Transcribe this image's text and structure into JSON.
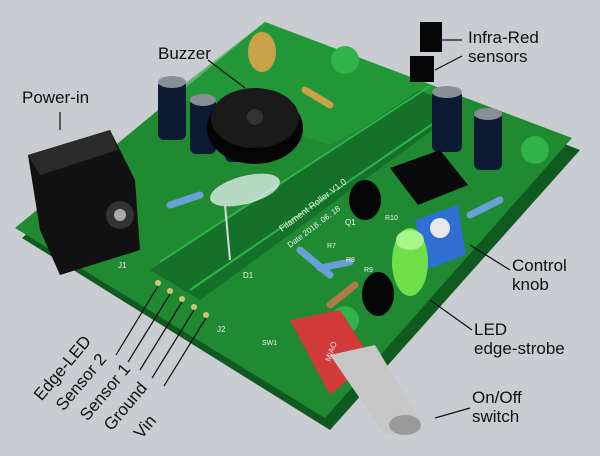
{
  "labels": {
    "buzzer": "Buzzer",
    "ir_line1": "Infra-Red",
    "ir_line2": "sensors",
    "power_in": "Power-in",
    "control_line1": "Control",
    "control_line2": "knob",
    "led_line1": "LED",
    "led_line2": "edge-strobe",
    "onoff_line1": "On/Off",
    "onoff_line2": "switch",
    "pin_edge_led": "Edge-LED",
    "pin_sensor2": "Sensor 2",
    "pin_sensor1": "Sensor 1",
    "pin_ground": "Ground",
    "pin_vin": "Vin"
  },
  "silkscreen": {
    "title": "Filament Roller V1.0",
    "date": "Date 2018. 06. 18",
    "j1": "J1",
    "j2": "J2",
    "d1": "D1",
    "q1": "Q1",
    "r7": "R7",
    "r8": "R8",
    "r9": "R9",
    "r10": "R10",
    "sw1": "SW1",
    "switch_body": "MIAO"
  },
  "colors": {
    "pcb": "#1f8a32",
    "background": "#c9ccd0",
    "pot": "#2f6fd1",
    "led": "#6fe04a",
    "switch": "#d23a3a"
  }
}
